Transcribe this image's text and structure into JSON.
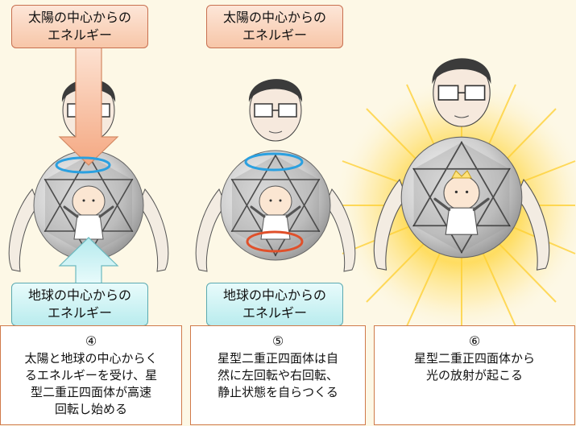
{
  "panel4": {
    "sun_label": "太陽の中心からの\nエネルギー",
    "earth_label": "地球の中心からの\nエネルギー",
    "number": "④",
    "description": "太陽と地球の中心からく\nるエネルギーを受け、星\n型二重正四面体が高速\n回転し始める"
  },
  "panel5": {
    "sun_label": "太陽の中心からの\nエネルギー",
    "earth_label": "地球の中心からの\nエネルギー",
    "number": "⑤",
    "description": "星型二重正四面体は自\n然に左回転や右回転、\n静止状態を自らつくる"
  },
  "panel6": {
    "number": "⑥",
    "description": "星型二重正四面体から\n光の放射が起こる"
  },
  "colors": {
    "background": "#fdf8e6",
    "sun_arrow": "#f6b89a",
    "earth_arrow": "#c8f0f3",
    "blue_ring": "#2aa0e0",
    "red_ring": "#e0502a",
    "glow": "#ffd23a"
  }
}
